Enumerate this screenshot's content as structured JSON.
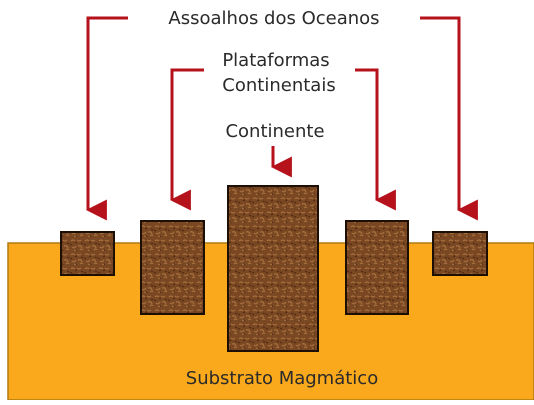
{
  "labels": {
    "ocean_floors": "Assoalhos dos Oceanos",
    "shelves_line1": "Plataformas",
    "shelves_line2": "Continentais",
    "continent": "Continente",
    "substrate": "Substrato Magmático"
  },
  "colors": {
    "substrate": "#F9A91B",
    "substrate_border": "#B07A10",
    "crust": "#7A4723",
    "crust_border": "#1E0F05",
    "arrow": "#B5121B"
  }
}
